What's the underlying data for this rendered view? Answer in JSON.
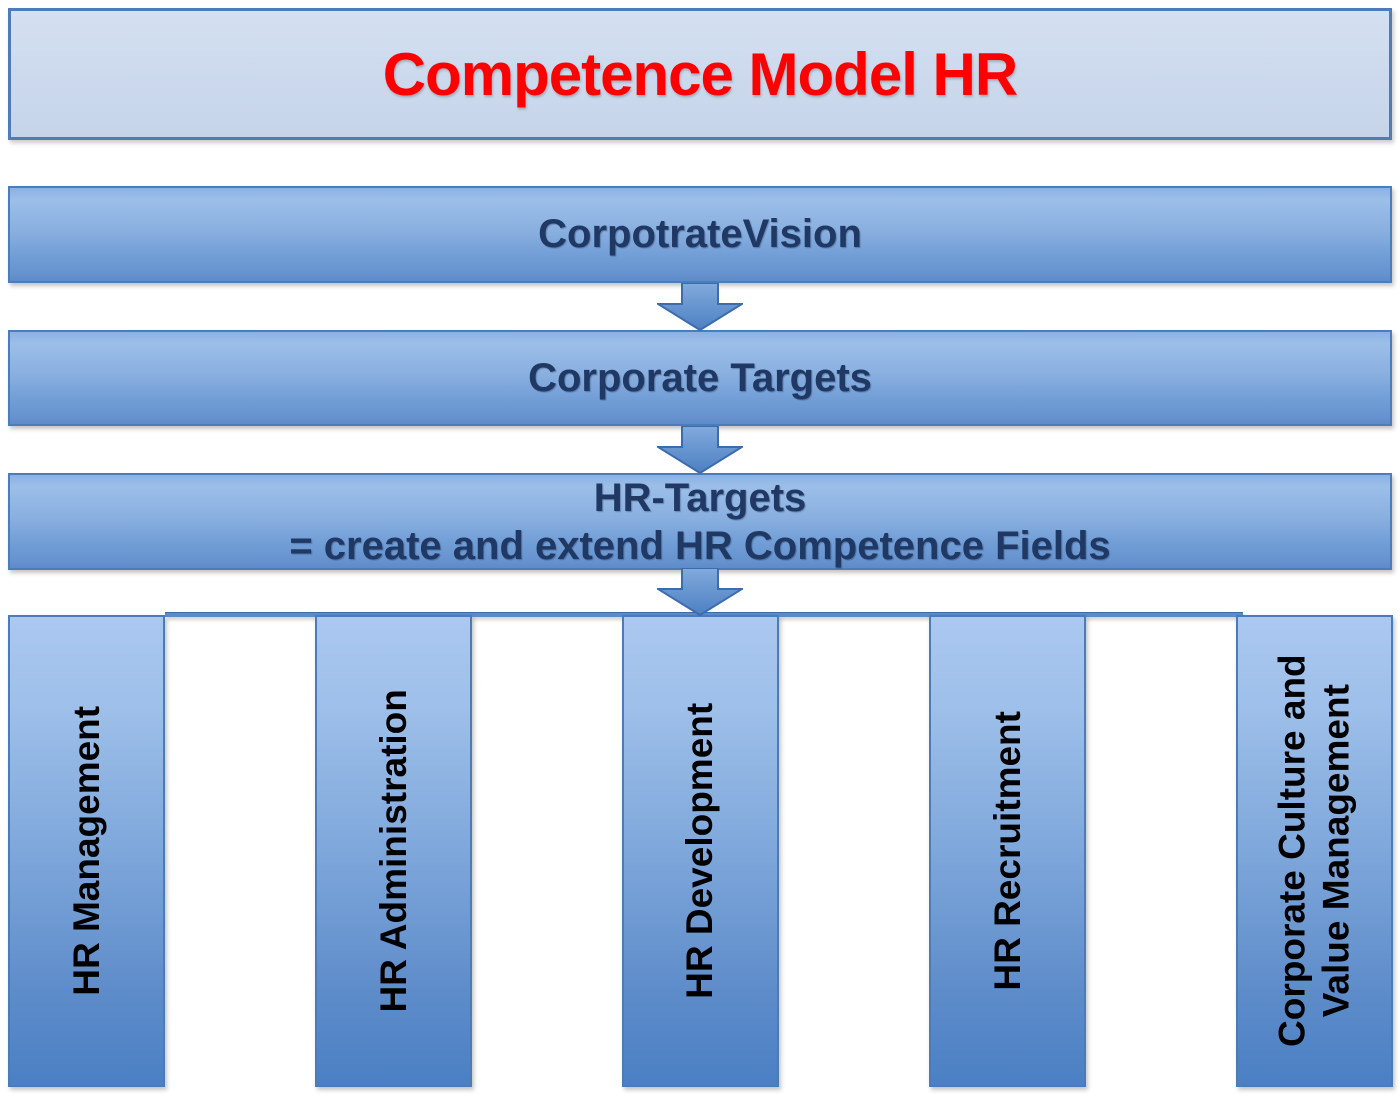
{
  "title": {
    "text": "Competence Model HR",
    "color": "#fe0000"
  },
  "flow_bars": [
    {
      "name": "corporate-vision",
      "lines": [
        "CorpotrateVision"
      ]
    },
    {
      "name": "corporate-targets",
      "lines": [
        "Corporate Targets"
      ]
    },
    {
      "name": "hr-targets",
      "lines": [
        "HR-Targets",
        "= create and extend HR Competence Fields"
      ]
    }
  ],
  "columns": [
    {
      "name": "hr-management",
      "label": "HR Management"
    },
    {
      "name": "hr-administration",
      "label": "HR Administration"
    },
    {
      "name": "hr-development",
      "label": "HR Development"
    },
    {
      "name": "hr-recruitment",
      "label": "HR Recruitment"
    },
    {
      "name": "corporate-culture-and-value-management",
      "label": "Corporate Culture and\nValue Management"
    }
  ],
  "icons": {
    "down_arrow": "block-down-arrow-icon"
  },
  "colors": {
    "title_text": "#fe0000",
    "banner_fill": "#ccd9ed",
    "border_blue": "#4a7cba",
    "bar_text": "#1f3864",
    "bar_gradient_top": "#96bae8",
    "bar_gradient_bottom": "#5e8bc9",
    "column_gradient_top": "#abc8f0",
    "column_gradient_bottom": "#4a80c4",
    "arrow_fill": "#5c8bc9",
    "column_text": "#000000",
    "page_background": "#ffffff"
  }
}
